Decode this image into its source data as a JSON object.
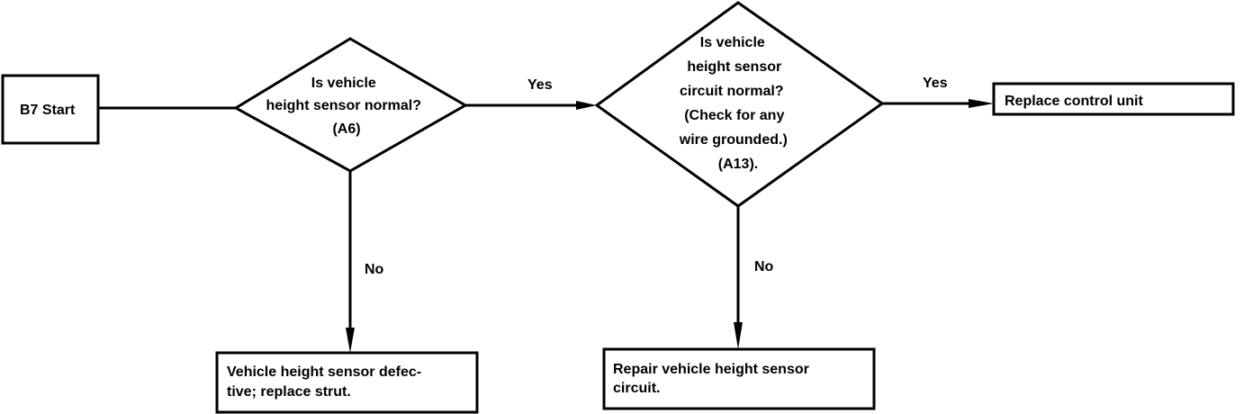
{
  "start": {
    "label": "B7 Start"
  },
  "decision1": {
    "lines": [
      "Is vehicle",
      "height sensor normal?",
      "(A6)"
    ]
  },
  "decision2": {
    "lines": [
      "Is vehicle",
      "height sensor",
      "circuit normal?",
      "(Check for any",
      "wire grounded.)",
      "(A13)."
    ]
  },
  "edges": {
    "d1_yes": "Yes",
    "d1_no": "No",
    "d2_yes": "Yes",
    "d2_no": "No"
  },
  "outcomes": {
    "sensor_defective": [
      "Vehicle height sensor defec-",
      "tive; replace strut."
    ],
    "repair_circuit": [
      "Repair vehicle height sensor",
      "circuit."
    ],
    "replace_control_unit": [
      "Replace control unit"
    ]
  }
}
